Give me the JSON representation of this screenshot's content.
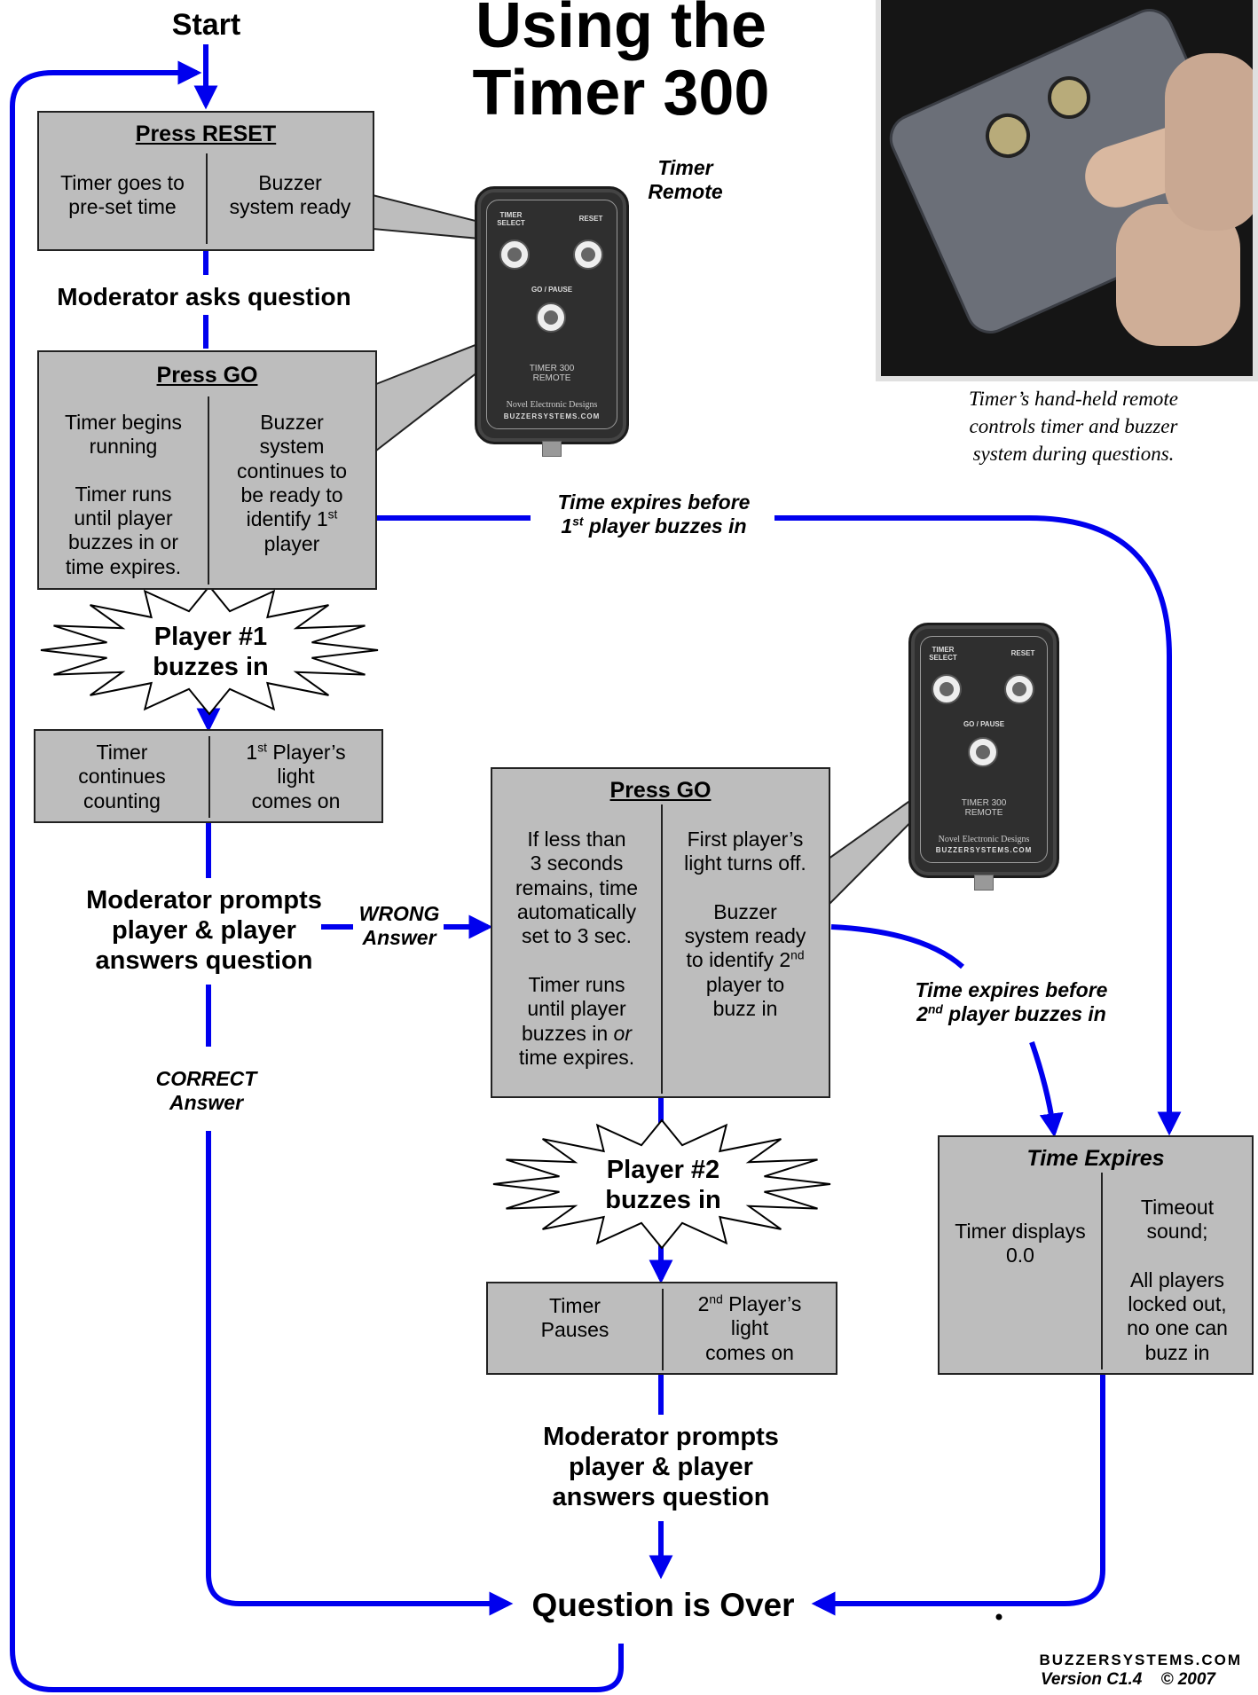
{
  "title": {
    "line1": "Using the",
    "line2": "Timer 300"
  },
  "start_label": "Start",
  "remote_label": {
    "line1": "Timer",
    "line2": "Remote"
  },
  "remote": {
    "timer_select": "TIMER SELECT",
    "reset": "RESET",
    "go_pause": "GO / PAUSE",
    "model": "TIMER 300",
    "model2": "REMOTE",
    "maker": "Novel Electronic Designs",
    "brand": "BUZZERSYSTEMS.COM"
  },
  "photo": {
    "icon": "hand-holding-remote-photo",
    "caption": {
      "line1": "Timer’s hand-held remote",
      "line2": "controls timer and buzzer",
      "line3": "system during questions."
    }
  },
  "box_reset": {
    "header": "Press RESET",
    "left": {
      "line1": "Timer goes to",
      "line2": "pre-set  time"
    },
    "right": {
      "line1": "Buzzer",
      "line2": "system ready"
    }
  },
  "moderator_asks": "Moderator asks question",
  "box_go1": {
    "header": "Press GO",
    "left": {
      "l1": "Timer begins",
      "l2": "running",
      "l3": "Timer runs",
      "l4": "until player",
      "l5": "buzzes in or",
      "l6": "time expires."
    },
    "right": {
      "l1": "Buzzer",
      "l2": "system",
      "l3": "continues to",
      "l4": "be ready to",
      "l5": "identify 1",
      "sup": "st",
      "l6": "player"
    }
  },
  "time_expires_1": {
    "line1": "Time expires before",
    "pre": "1",
    "sup": "st",
    "post": " player buzzes in"
  },
  "player1_burst": {
    "line1": "Player #1",
    "line2": "buzzes in"
  },
  "box_p1": {
    "left": {
      "l1": "Timer",
      "l2": "continues",
      "l3": "counting"
    },
    "right": {
      "pre": "1",
      "sup": "st",
      "post": " Player’s",
      "l2": "light",
      "l3": "comes on"
    }
  },
  "moderator_prompts_1": {
    "line1": "Moderator prompts",
    "line2": "player & player",
    "line3": "answers question"
  },
  "wrong_answer": {
    "line1": "WRONG",
    "line2": "Answer"
  },
  "correct_answer": {
    "line1": "CORRECT",
    "line2": "Answer"
  },
  "box_go2": {
    "header": "Press GO",
    "left": {
      "l1": "If less than",
      "l2": "3 seconds",
      "l3": "remains, time",
      "l4": "automatically",
      "l5": "set to 3 sec.",
      "l6": "Timer runs",
      "l7": "until player",
      "l8a": "buzzes in ",
      "l8b": "or",
      "l9": "time expires."
    },
    "right": {
      "l1": "First player’s",
      "l2": "light turns off.",
      "l3": "Buzzer",
      "l4": "system ready",
      "l5": "to identify 2",
      "sup": "nd",
      "l6": "player to",
      "l7": "buzz in"
    }
  },
  "time_expires_2": {
    "line1": "Time expires before",
    "pre": "2",
    "sup": "nd",
    "post": " player buzzes in"
  },
  "player2_burst": {
    "line1": "Player #2",
    "line2": "buzzes in"
  },
  "box_p2": {
    "left": {
      "l1": "Timer",
      "l2": "Pauses"
    },
    "right": {
      "pre": "2",
      "sup": "nd",
      "post": " Player’s",
      "l2": "light",
      "l3": "comes on"
    }
  },
  "moderator_prompts_2": {
    "line1": "Moderator prompts",
    "line2": "player & player",
    "line3": "answers question"
  },
  "box_expires": {
    "header": "Time Expires",
    "left": {
      "l1": "Timer displays",
      "l2": "0.0"
    },
    "right": {
      "l1": "Timeout",
      "l2": "sound;",
      "l3": "All players",
      "l4": "locked out,",
      "l5": "no one can",
      "l6": "buzz in"
    }
  },
  "question_over": "Question is Over",
  "footer": {
    "brand": "BUZZERSYSTEMS.COM",
    "version": "Version C1.4    © 2007"
  },
  "colors": {
    "flow": "#0000ee",
    "box": "#bdbdbd"
  }
}
